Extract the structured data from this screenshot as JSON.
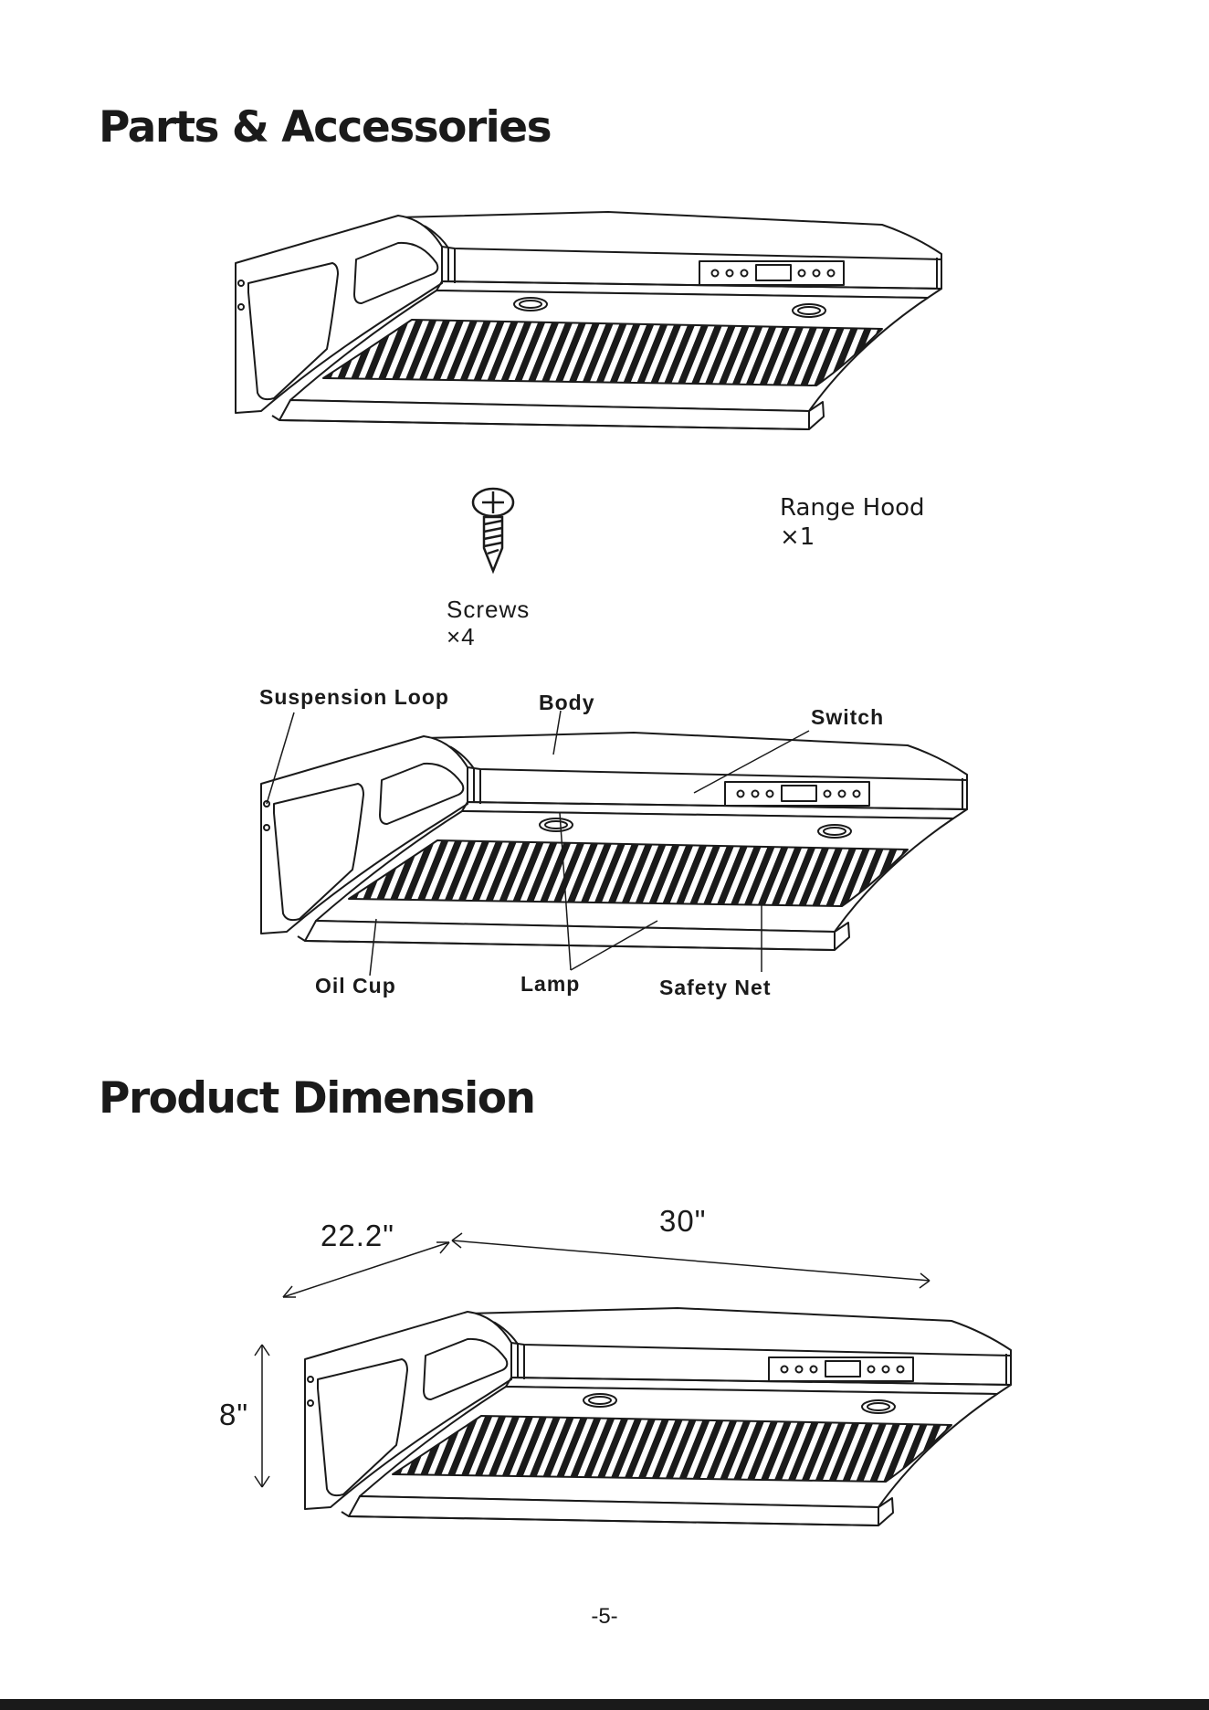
{
  "headings": {
    "parts": "Parts & Accessories",
    "dimension": "Product Dimension"
  },
  "items": {
    "range_hood": {
      "name": "Range Hood",
      "qty": "×1"
    },
    "screws": {
      "name": "Screws",
      "qty": "×4"
    }
  },
  "callouts": {
    "suspension_loop": "Suspension Loop",
    "body": "Body",
    "switch": "Switch",
    "oil_cup": "Oil Cup",
    "lamp": "Lamp",
    "safety_net": "Safety Net"
  },
  "dimensions": {
    "depth": "22.2\"",
    "width": "30\"",
    "height": "8\""
  },
  "page_number": "-5-"
}
